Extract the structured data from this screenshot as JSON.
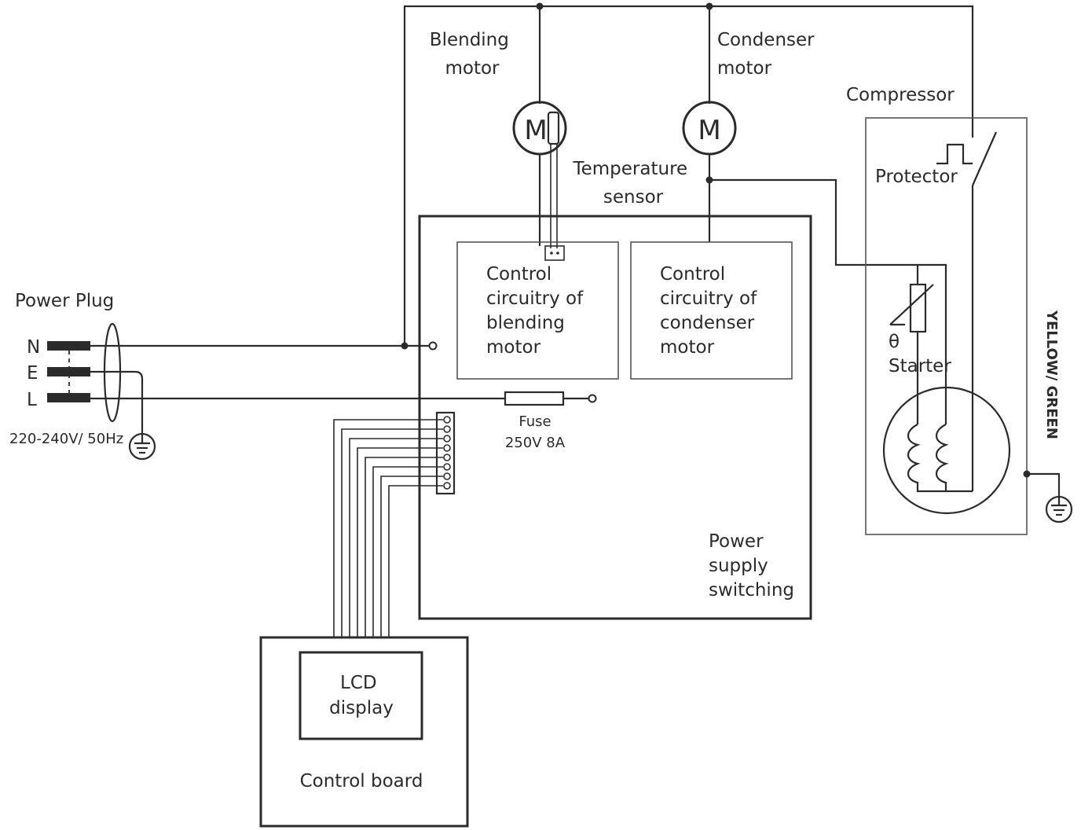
{
  "labels": {
    "blending_motor": [
      "Blending",
      "motor"
    ],
    "condenser_motor": [
      "Condenser",
      "motor"
    ],
    "compressor": "Compressor",
    "protector": "Protector",
    "temperature_sensor": [
      "Temperature",
      "sensor"
    ],
    "power_plug": "Power Plug",
    "pin_n": "N",
    "pin_e": "E",
    "pin_l": "L",
    "voltage": "220-240V/ 50Hz",
    "ctrl_blending": [
      "Control",
      "circuitry of",
      "blending",
      "motor"
    ],
    "ctrl_condenser": [
      "Control",
      "circuitry of",
      "condenser",
      "motor"
    ],
    "fuse": "Fuse",
    "fuse_rating": "250V   8A",
    "starter_theta": "θ",
    "starter": "Starter",
    "yellow_green": "YELLOW/ GREEN",
    "power_supply": [
      "Power",
      "supply",
      "switching"
    ],
    "lcd": [
      "LCD",
      "display"
    ],
    "control_board": "Control board",
    "motor_symbol": "M"
  },
  "colors": {
    "ink": "#2b2b2b"
  }
}
